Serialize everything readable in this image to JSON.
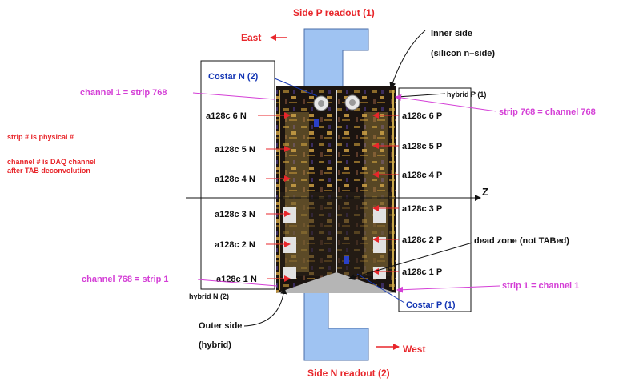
{
  "diagram": {
    "top_title": "Side P readout (1)",
    "bottom_title": "Side N readout (2)",
    "east_label": "East",
    "west_label": "West",
    "inner_side_line1": "Inner side",
    "inner_side_line2": "(silicon  n–side)",
    "outer_side_line1": "Outer side",
    "outer_side_line2": "(hybrid)",
    "costar_n": "Costar N (2)",
    "costar_p": "Costar P (1)",
    "hybrid_p": "hybrid P (1)",
    "hybrid_n": "hybrid N (2)",
    "channel1_strip768": "channel 1 = strip 768",
    "strip768_channel768": "strip 768 = channel 768",
    "channel768_strip1": "channel 768 = strip 1",
    "strip1_channel1": "strip 1 = channel 1",
    "note_physical": "strip # is physical #",
    "note_daq_line1": "channel # is DAQ channel",
    "note_daq_line2": "after TAB deconvolution",
    "dead_zone": "dead zone (not TABed)",
    "z_axis": "Z",
    "chips_n": [
      "a128c 6 N",
      "a128c 5 N",
      "a128c 4 N",
      "a128c 3 N",
      "a128c 2 N",
      "a128c 1 N"
    ],
    "chips_p": [
      "a128c 6 P",
      "a128c 5 P",
      "a128c 4 P",
      "a128c 3 P",
      "a128c 2 P",
      "a128c 1 P"
    ]
  },
  "colors": {
    "cable": "#9fc3f2",
    "red_text": "#e8262b",
    "magenta_text": "#d43fd6",
    "blue_text": "#1436b4",
    "dead_zone": "#b5b5b5",
    "board": "#1b1410"
  }
}
